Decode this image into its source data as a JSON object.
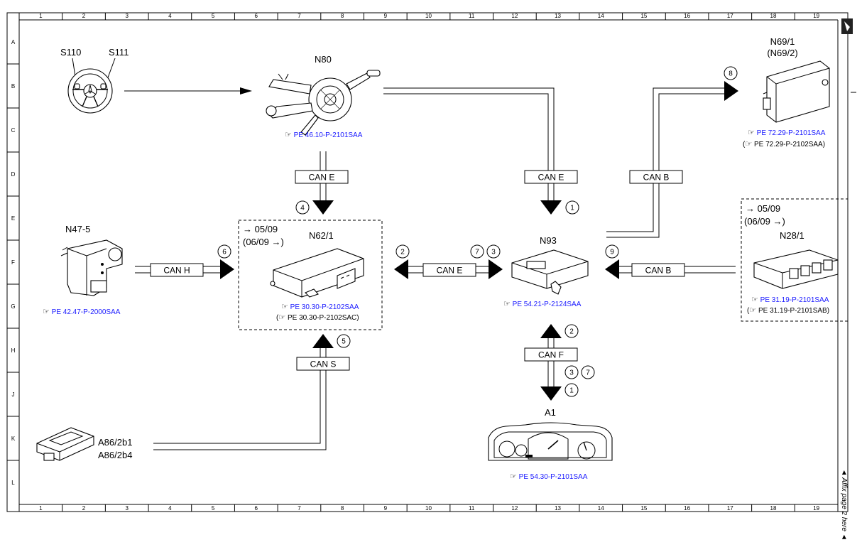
{
  "grid": {
    "columns": [
      "1",
      "2",
      "3",
      "4",
      "5",
      "6",
      "7",
      "8",
      "9",
      "10",
      "11",
      "12",
      "13",
      "14",
      "15",
      "16",
      "17",
      "18",
      "19"
    ],
    "rows": [
      "A",
      "B",
      "C",
      "D",
      "E",
      "F",
      "G",
      "H",
      "J",
      "K",
      "L"
    ]
  },
  "side_note": "◄ Affix page 2 here ◄",
  "components": {
    "steering_wheel": {
      "labels": [
        "S110",
        "S111"
      ]
    },
    "n80": {
      "label": "N80",
      "ref": "PE 46.10-P-2101SAA"
    },
    "n69": {
      "label": "N69/1",
      "label2": "(N69/2)",
      "ref": "PE 72.29-P-2101SAA",
      "ref2": "PE 72.29-P-2102SAA"
    },
    "n47": {
      "label": "N47-5",
      "ref": "PE 42.47-P-2000SAA"
    },
    "n62": {
      "label": "N62/1",
      "date1": "05/09",
      "date2": "(06/09",
      "ref": "PE 30.30-P-2102SAA",
      "ref2": "PE 30.30-P-2102SAC"
    },
    "n93": {
      "label": "N93",
      "ref": "PE 54.21-P-2124SAA"
    },
    "n28": {
      "label": "N28/1",
      "date1": "05/09",
      "date2": "(06/09",
      "ref": "PE 31.19-P-2101SAA",
      "ref2": "PE 31.19-P-2101SAB"
    },
    "a86": {
      "label": "A86/2b1",
      "label2": "A86/2b4"
    },
    "a1": {
      "label": "A1",
      "ref": "PE 54.30-P-2101SAA"
    }
  },
  "buses": {
    "can_e_n80": "CAN E",
    "can_e_n93": "CAN E",
    "can_b_n69": "CAN B",
    "can_h": "CAN H",
    "can_e_mid": "CAN E",
    "can_b_n28": "CAN B",
    "can_f": "CAN F",
    "can_s": "CAN S"
  },
  "markers": {
    "m1a": "1",
    "m8": "8",
    "m4": "4",
    "m6": "6",
    "m2a": "2",
    "m7a": "7",
    "m3a": "3",
    "m9": "9",
    "m5": "5",
    "m2b": "2",
    "m3b": "3",
    "m7b": "7",
    "m1b": "1"
  },
  "ref_prefix": "☞",
  "arrow_glyph": "→"
}
